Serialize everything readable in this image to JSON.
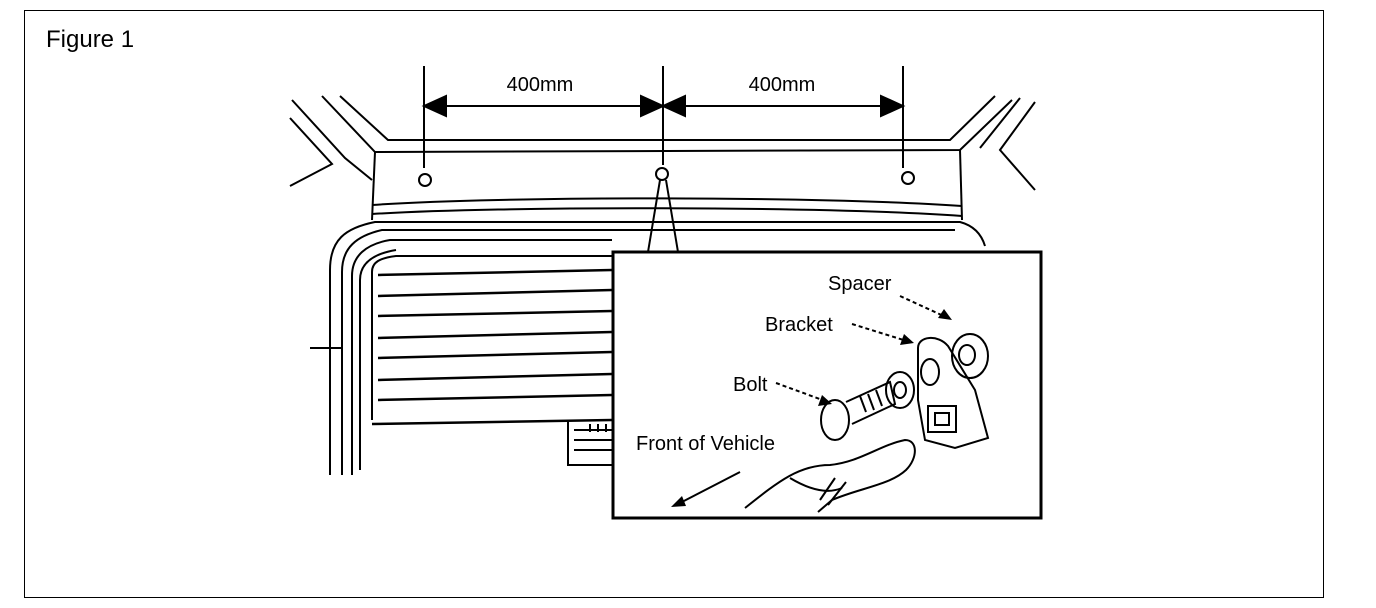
{
  "figure": {
    "title": "Figure 1"
  },
  "dimensions": {
    "left": "400mm",
    "right": "400mm"
  },
  "callouts": {
    "spacer": "Spacer",
    "bracket": "Bracket",
    "bolt": "Bolt",
    "front": "Front of Vehicle"
  },
  "colors": {
    "line": "#000000",
    "background": "#ffffff"
  }
}
